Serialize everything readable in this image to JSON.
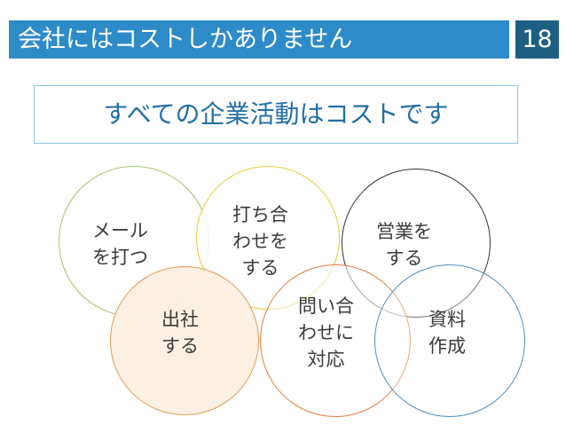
{
  "header": {
    "title": "会社にはコストしかありません",
    "page_number": "18"
  },
  "subtitle": "すべての企業活動はコストです",
  "circles": [
    {
      "lines": [
        "メール",
        "を打つ"
      ]
    },
    {
      "lines": [
        "打ち合",
        "わせを",
        "する"
      ]
    },
    {
      "lines": [
        "営業を",
        "する"
      ]
    },
    {
      "lines": [
        "出社",
        "する"
      ]
    },
    {
      "lines": [
        "問い合",
        "わせに",
        "対応"
      ]
    },
    {
      "lines": [
        "資料",
        "作成"
      ]
    }
  ],
  "colors": {
    "title_bar": "#2e8bc9",
    "page_number_bg": "#1d5f82",
    "subtitle_text": "#1f6fa6",
    "subtitle_border": "#8fc2e2",
    "mail_circle": "#a3c768",
    "inquiry_circle": "#e1cf34",
    "sales_circle": "#333333",
    "office_circle": "#e39a52",
    "office_fill": "#fcefe2",
    "respond_circle": "#e17b3c",
    "docs_circle": "#4a8dc0"
  }
}
